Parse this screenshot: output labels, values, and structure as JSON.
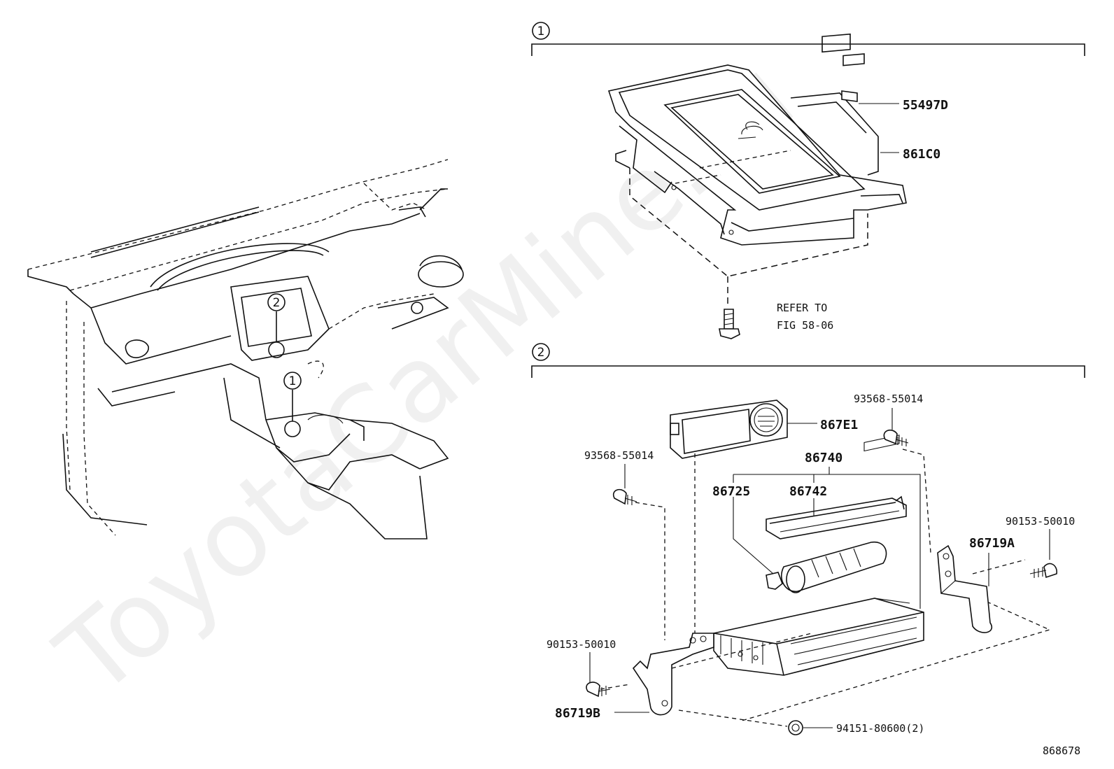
{
  "watermark": "ToyotaCarMine.ru",
  "ref_number": "868678",
  "callouts": {
    "one": "1",
    "two": "2"
  },
  "section1": {
    "labels": {
      "p55497d": "55497D",
      "p861c0": "861C0",
      "refer_line1": "REFER TO",
      "refer_line2": "FIG 58-06"
    }
  },
  "section2": {
    "labels": {
      "p867e1": "867E1",
      "p86740": "86740",
      "p86725": "86725",
      "p86742": "86742",
      "p86719a": "86719A",
      "p86719b": "86719B",
      "p93568_top": "93568-55014",
      "p93568_left": "93568-55014",
      "p90153_right": "90153-50010",
      "p90153_left": "90153-50010",
      "p94151": "94151-80600(2)"
    }
  }
}
